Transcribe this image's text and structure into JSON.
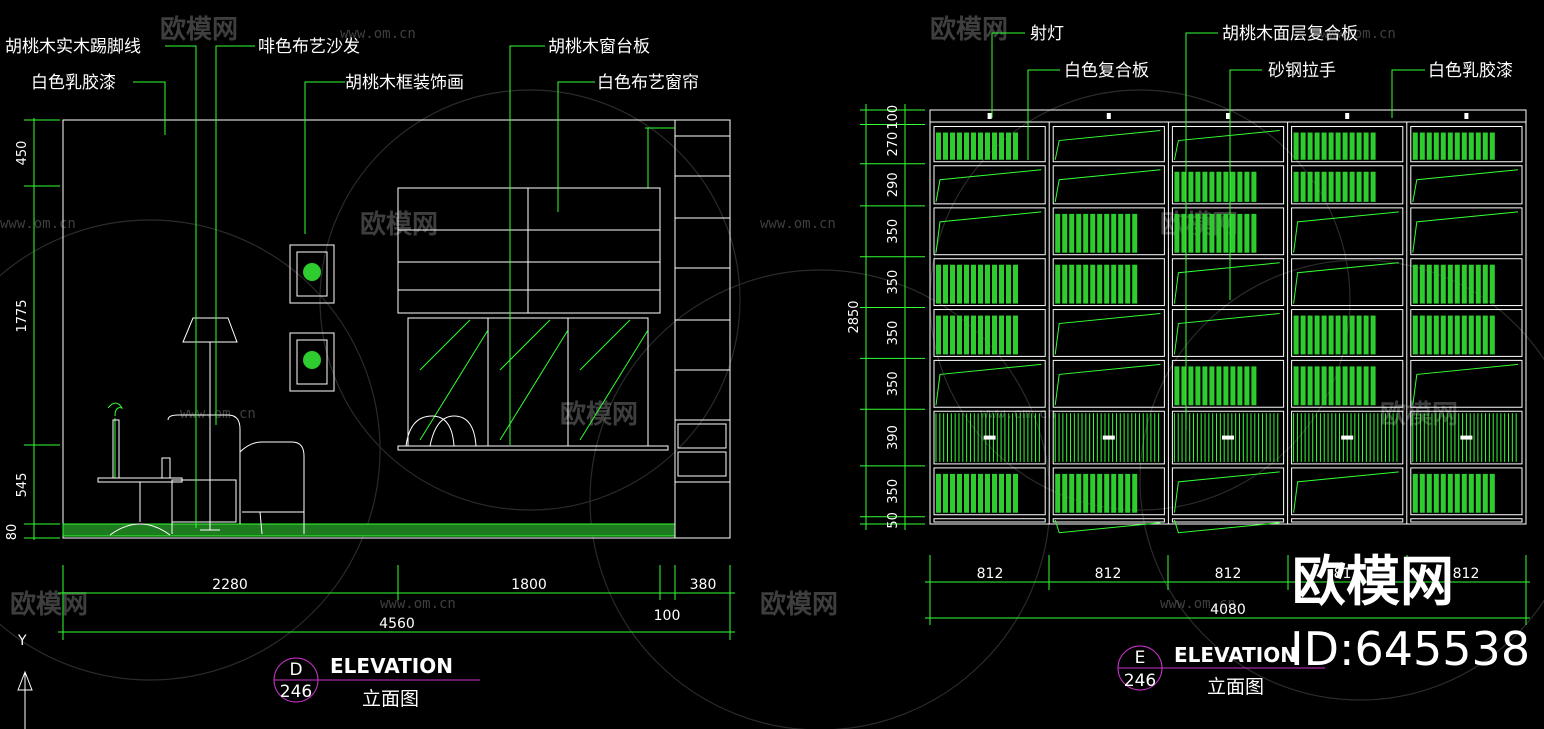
{
  "left": {
    "labels": [
      "胡桃木实木踢脚线",
      "白色乳胶漆",
      "啡色布艺沙发",
      "胡桃木框装饰画",
      "胡桃木窗台板",
      "白色布艺窗帘"
    ],
    "vdims": [
      "450",
      "1775",
      "545",
      "80"
    ],
    "hdims": [
      "2280",
      "1800",
      "380",
      "100",
      "4560"
    ],
    "title": {
      "letter": "D",
      "num": "246",
      "en": "ELEVATION",
      "cn": "立面图"
    },
    "axis": "Y"
  },
  "right": {
    "labels": [
      "射灯",
      "白色复合板",
      "胡桃木面层复合板",
      "砂钢拉手",
      "白色乳胶漆"
    ],
    "vdims": [
      "100",
      "270",
      "290",
      "350",
      "350",
      "350",
      "350",
      "390",
      "350",
      "50"
    ],
    "total": "2850",
    "hdims": [
      "812",
      "812",
      "812",
      "812",
      "812"
    ],
    "htotal": "4080",
    "title": {
      "letter": "E",
      "num": "246",
      "en": "ELEVATION",
      "cn": "立面图"
    }
  },
  "watermark": {
    "brand": "欧模网",
    "url": "www.om.cn",
    "id": "ID:645538"
  },
  "colors": {
    "line": "#ffffff",
    "accent": "#33ff33",
    "title": "#cc33cc",
    "bg": "#000000"
  }
}
